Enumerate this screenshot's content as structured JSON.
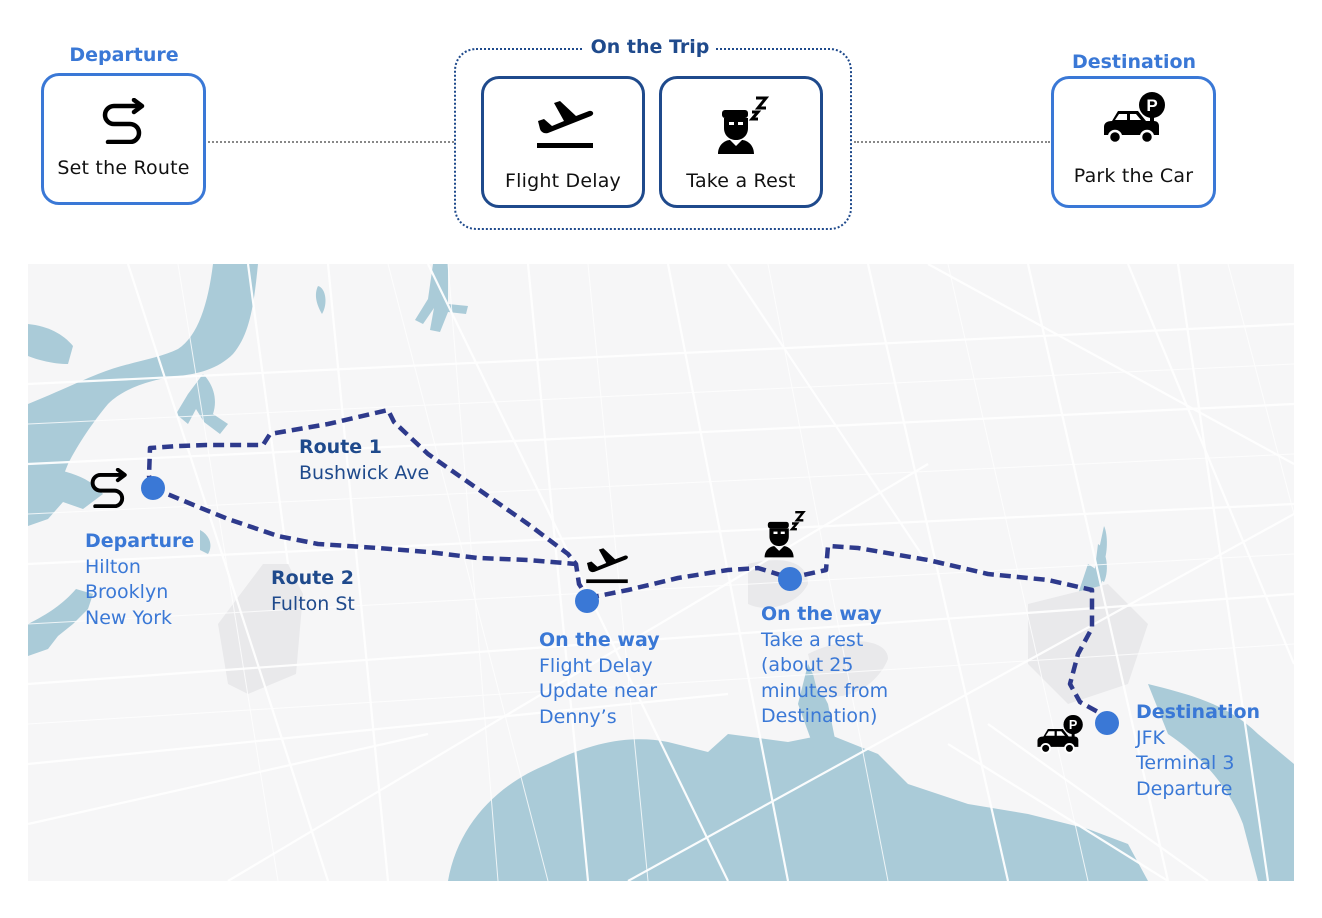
{
  "header": {
    "departure": {
      "section_title": "Departure",
      "card_label": "Set the Route",
      "icon": "route-icon"
    },
    "on_the_trip": {
      "section_title": "On the Trip",
      "cards": [
        {
          "label": "Flight Delay",
          "icon": "flight-departure-icon"
        },
        {
          "label": "Take a Rest",
          "icon": "sleeping-driver-icon"
        }
      ]
    },
    "destination": {
      "section_title": "Destination",
      "card_label": "Park the Car",
      "icon": "car-parking-icon"
    }
  },
  "map": {
    "routes": [
      {
        "name": "Route 1",
        "street": "Bushwick Ave"
      },
      {
        "name": "Route 2",
        "street": "Fulton St"
      }
    ],
    "stops": [
      {
        "title": "Departure",
        "lines": [
          "Hilton",
          "Brooklyn",
          "New York"
        ],
        "icon": "route-icon"
      },
      {
        "title": "On the way",
        "lines": [
          "Flight Delay",
          "Update near",
          "Denny’s"
        ],
        "icon": "flight-departure-icon"
      },
      {
        "title": "On the way",
        "lines": [
          "Take a rest",
          "(about 25",
          "minutes from",
          "Destination)"
        ],
        "icon": "sleeping-driver-icon"
      },
      {
        "title": "Destination",
        "lines": [
          "JFK",
          "Terminal 3",
          "Departure"
        ],
        "icon": "car-parking-icon"
      }
    ]
  },
  "colors": {
    "accent_blue": "#3a78d6",
    "route_navy": "#2e3a8c",
    "water": "#aacbd8",
    "land": "#f6f6f7"
  }
}
